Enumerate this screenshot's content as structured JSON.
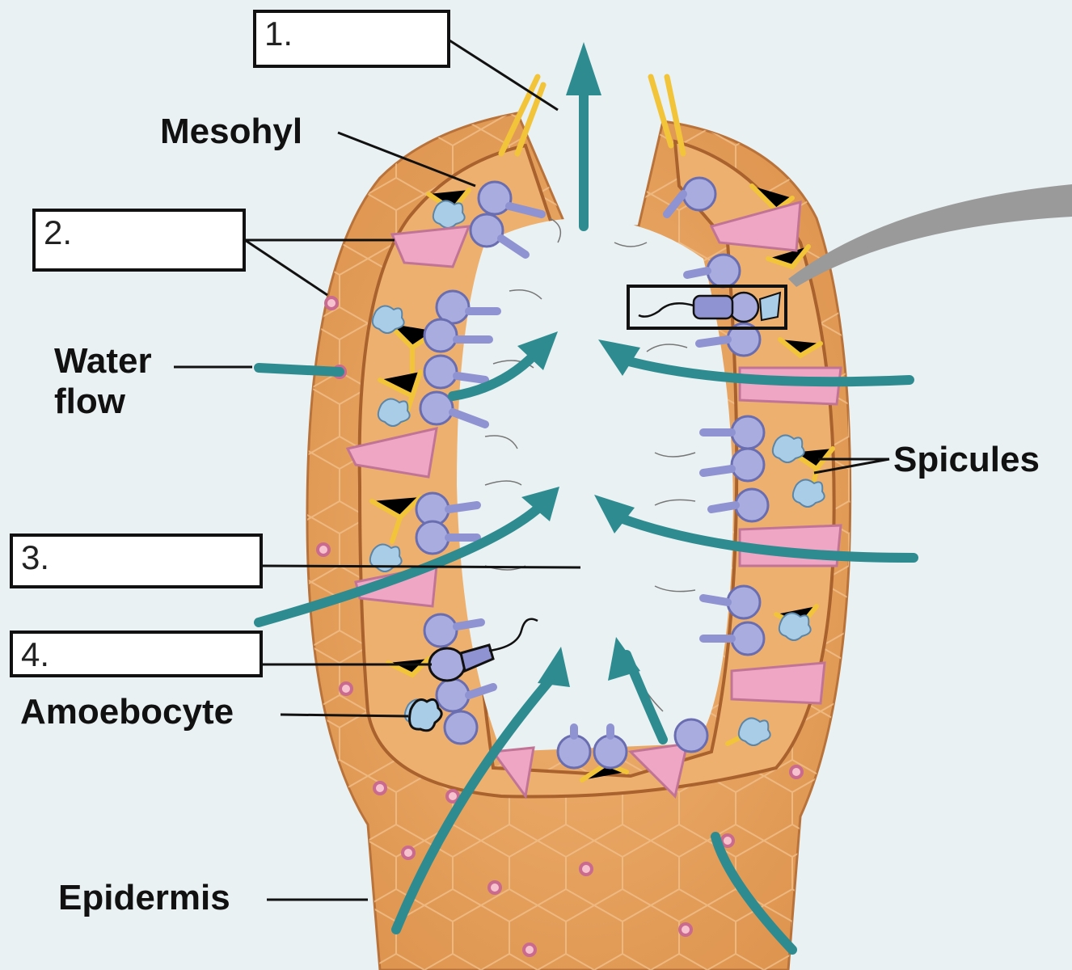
{
  "labels": {
    "mesohyl": "Mesohyl",
    "water_flow_line1": "Water",
    "water_flow_line2": "flow",
    "spicules": "Spicules",
    "amoebocyte": "Amoebocyte",
    "epidermis": "Epidermis"
  },
  "answer_boxes": [
    {
      "number": "1."
    },
    {
      "number": "2."
    },
    {
      "number": "3."
    },
    {
      "number": "4."
    }
  ],
  "colors": {
    "background": "#e9f1f2",
    "body_tissue": "#e9a460",
    "mesohyl": "#eeb06e",
    "porocyte": "#eea6c4",
    "choanocyte": "#a9acde",
    "spicule": "#f2c43a",
    "amoebocyte": "#a9cde6",
    "water_arrow": "#2e8c91",
    "epidermal_cell_spot": "#c96a8e"
  }
}
